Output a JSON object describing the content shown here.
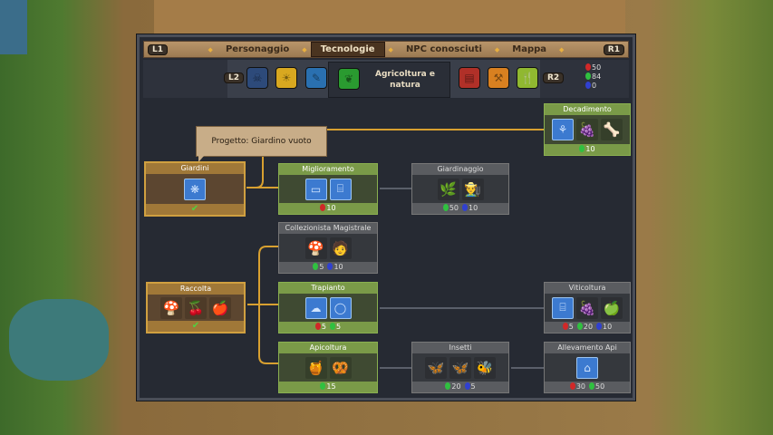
{
  "tabs": {
    "left_shoulder": "L1",
    "right_shoulder": "R1",
    "items": [
      "Personaggio",
      "Tecnologie",
      "NPC conosciuti",
      "Mappa"
    ],
    "active": "Tecnologie"
  },
  "categories": {
    "left_trigger": "L2",
    "right_trigger": "R2",
    "selected_label": "Agricoltura e natura",
    "icons": [
      {
        "name": "skull-category-icon",
        "color": "#2d4a7a",
        "glyph": "☠"
      },
      {
        "name": "sun-category-icon",
        "color": "#d8a820",
        "glyph": "☀"
      },
      {
        "name": "feather-category-icon",
        "color": "#2a70b0",
        "glyph": "✎"
      },
      {
        "name": "leaf-category-icon",
        "color": "#2a9a30",
        "glyph": "❦"
      },
      {
        "name": "book-category-icon",
        "color": "#b03028",
        "glyph": "▤"
      },
      {
        "name": "tools-category-icon",
        "color": "#d88020",
        "glyph": "⚒"
      },
      {
        "name": "cutlery-category-icon",
        "color": "#90b830",
        "glyph": "🍴"
      }
    ]
  },
  "resources": [
    {
      "color": "#d02828",
      "value": "50"
    },
    {
      "color": "#30c040",
      "value": "84"
    },
    {
      "color": "#3040d0",
      "value": "0"
    }
  ],
  "tooltip": {
    "label": "Progetto:  Giardino vuoto"
  },
  "nodes": [
    {
      "title": "Decadimento",
      "state": "green",
      "icons": [
        {
          "t": "bp",
          "g": "⚘",
          "n": "blueprint-icon"
        },
        {
          "t": "it",
          "g": "🍇",
          "n": "rotten-berries-icon"
        },
        {
          "t": "it",
          "g": "🦴",
          "n": "bone-icon"
        }
      ],
      "cost": [
        {
          "c": "#30c040",
          "v": "10"
        }
      ]
    },
    {
      "title": "Giardini",
      "state": "gold",
      "icons": [
        {
          "t": "bp",
          "g": "❋",
          "n": "garden-blueprint-icon"
        }
      ],
      "done": "✔"
    },
    {
      "title": "Miglioramento",
      "state": "green",
      "icons": [
        {
          "t": "bp",
          "g": "▭",
          "n": "bed-blueprint-icon"
        },
        {
          "t": "bp",
          "g": "⌸",
          "n": "fence-blueprint-icon"
        }
      ],
      "cost": [
        {
          "c": "#d02828",
          "v": "10"
        }
      ]
    },
    {
      "title": "Giardinaggio",
      "state": "gray",
      "icons": [
        {
          "t": "it",
          "g": "🌿",
          "n": "herb-book-icon"
        },
        {
          "t": "it",
          "g": "👨‍🌾",
          "n": "gardener-icon"
        }
      ],
      "cost": [
        {
          "c": "#30c040",
          "v": "50"
        },
        {
          "c": "#3040d0",
          "v": "10"
        }
      ]
    },
    {
      "title": "Collezionista Magistrale",
      "state": "gray",
      "icons": [
        {
          "t": "it",
          "g": "🍄",
          "n": "mushroom-icon"
        },
        {
          "t": "it",
          "g": "🧑",
          "n": "collector-icon"
        }
      ],
      "cost": [
        {
          "c": "#30c040",
          "v": "5"
        },
        {
          "c": "#3040d0",
          "v": "10"
        }
      ]
    },
    {
      "title": "Raccolta",
      "state": "gold",
      "icons": [
        {
          "t": "it",
          "g": "🍄",
          "n": "mushroom-icon"
        },
        {
          "t": "it",
          "g": "🍒",
          "n": "berries-icon"
        },
        {
          "t": "it",
          "g": "🍎",
          "n": "apple-icon"
        }
      ],
      "done": "✔"
    },
    {
      "title": "Trapianto",
      "state": "green",
      "icons": [
        {
          "t": "bp",
          "g": "☁",
          "n": "tree-blueprint-icon"
        },
        {
          "t": "bp",
          "g": "◯",
          "n": "apple-blueprint-icon"
        }
      ],
      "cost": [
        {
          "c": "#d02828",
          "v": "5"
        },
        {
          "c": "#30c040",
          "v": "5"
        }
      ]
    },
    {
      "title": "Viticoltura",
      "state": "gray",
      "icons": [
        {
          "t": "bp",
          "g": "⌸",
          "n": "trellis-blueprint-icon"
        },
        {
          "t": "it",
          "g": "🍇",
          "n": "grapes-icon"
        },
        {
          "t": "it",
          "g": "🍏",
          "n": "hops-icon"
        }
      ],
      "cost": [
        {
          "c": "#d02828",
          "v": "5"
        },
        {
          "c": "#30c040",
          "v": "20"
        },
        {
          "c": "#3040d0",
          "v": "10"
        }
      ]
    },
    {
      "title": "Apicoltura",
      "state": "green",
      "icons": [
        {
          "t": "it",
          "g": "🍯",
          "n": "honey-pot-icon"
        },
        {
          "t": "it",
          "g": "🥨",
          "n": "beeswax-icon"
        }
      ],
      "cost": [
        {
          "c": "#30c040",
          "v": "15"
        }
      ]
    },
    {
      "title": "Insetti",
      "state": "gray",
      "icons": [
        {
          "t": "it",
          "g": "🦋",
          "n": "butterfly-icon"
        },
        {
          "t": "it",
          "g": "🦋",
          "n": "moth-icon"
        },
        {
          "t": "it",
          "g": "🐝",
          "n": "bee-icon"
        }
      ],
      "cost": [
        {
          "c": "#30c040",
          "v": "20"
        },
        {
          "c": "#3040d0",
          "v": "5"
        }
      ]
    },
    {
      "title": "Allevamento Api",
      "state": "gray",
      "icons": [
        {
          "t": "bp",
          "g": "⌂",
          "n": "beehive-blueprint-icon"
        }
      ],
      "cost": [
        {
          "c": "#d02828",
          "v": "30"
        },
        {
          "c": "#30c040",
          "v": "50"
        }
      ]
    }
  ]
}
